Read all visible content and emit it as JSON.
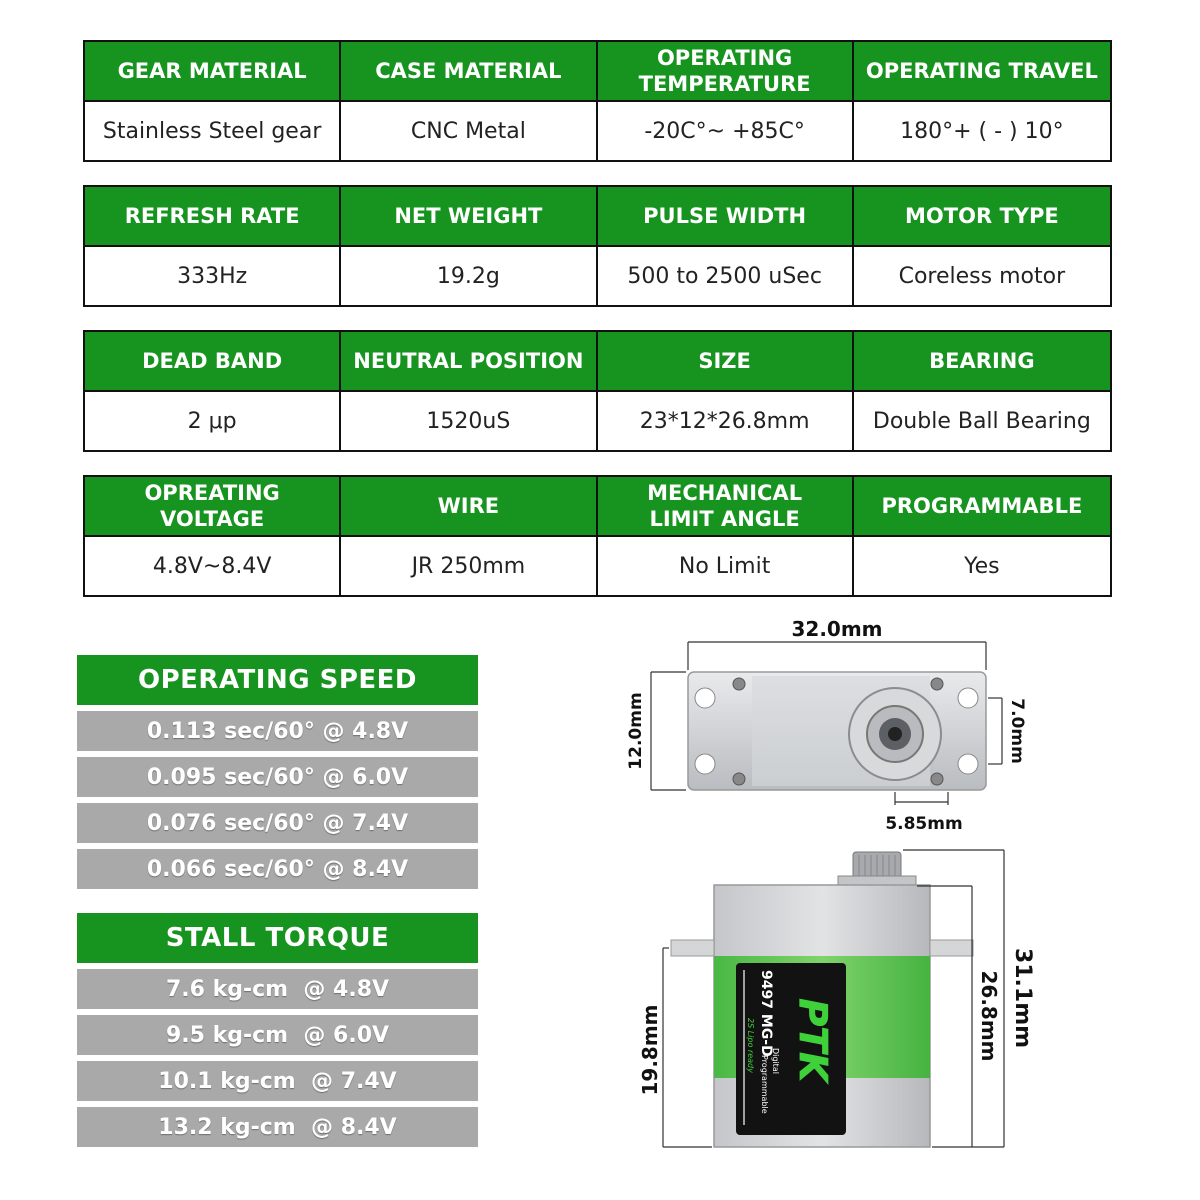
{
  "spec_tables": [
    {
      "headers": [
        "GEAR MATERIAL",
        "CASE MATERIAL",
        "OPERATING\nTEMPERATURE",
        "OPERATING TRAVEL"
      ],
      "values": [
        "Stainless Steel  gear",
        "CNC Metal",
        "-20C°~ +85C°",
        "180°+  ( - )  10°"
      ]
    },
    {
      "headers": [
        "REFRESH RATE",
        "NET WEIGHT",
        "PULSE WIDTH",
        "MOTOR TYPE"
      ],
      "values": [
        "333Hz",
        "19.2g",
        "500 to 2500 uSec",
        "Coreless motor"
      ]
    },
    {
      "headers": [
        "DEAD BAND",
        "NEUTRAL POSITION",
        "SIZE",
        "BEARING"
      ],
      "values": [
        "2 μp",
        "1520uS",
        "23*12*26.8mm",
        "Double Ball Bearing"
      ]
    },
    {
      "headers": [
        "OPREATING VOLTAGE",
        "WIRE",
        "MECHANICAL\nLIMIT ANGLE",
        "PROGRAMMABLE"
      ],
      "values": [
        "4.8V~8.4V",
        "JR 250mm",
        "No Limit",
        "Yes"
      ]
    }
  ],
  "operating_speed": {
    "title": "OPERATING SPEED",
    "rows": [
      "0.113 sec/60° @ 4.8V",
      "0.095 sec/60° @ 6.0V",
      "0.076 sec/60° @ 7.4V",
      "0.066 sec/60° @ 8.4V"
    ]
  },
  "stall_torque": {
    "title": "STALL TORQUE",
    "rows": [
      "7.6 kg-cm  @ 4.8V",
      "9.5 kg-cm  @ 6.0V",
      "10.1 kg-cm  @ 7.4V",
      "13.2 kg-cm  @ 8.4V"
    ]
  },
  "dimensions": {
    "width": "32.0mm",
    "depth": "12.0mm",
    "hole_spacing": "7.0mm",
    "shaft_offset": "5.85mm",
    "total_height": "31.1mm",
    "body_height": "26.8mm",
    "mount_height": "19.8mm"
  },
  "label": {
    "brand": "PTK",
    "model": "9497 MG-D",
    "line1": "Digital",
    "line2": "Programmable",
    "line3": "2S Lipo ready"
  },
  "colors": {
    "header_green": "#17931f",
    "row_gray": "#a9a9a9",
    "label_green": "#3fd13a"
  }
}
